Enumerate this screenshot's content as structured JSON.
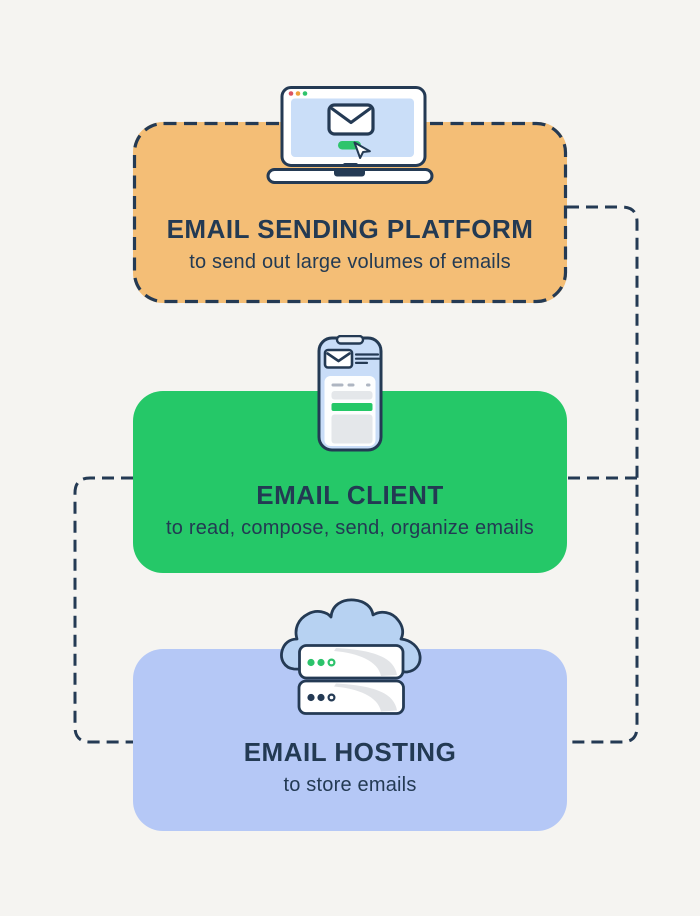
{
  "infographic": {
    "background_color": "#f5f4f1",
    "dashed_line_color": "#243a54",
    "text_color": "#233a53",
    "boxes": [
      {
        "id": "email-sending-platform",
        "title": "EMAIL SENDING PLATFORM",
        "subtitle": "to send out large volumes of emails",
        "fill_color": "#f4be76",
        "border_style": "dashed",
        "icon": "laptop-email-icon"
      },
      {
        "id": "email-client",
        "title": "EMAIL CLIENT",
        "subtitle": "to read, compose, send, organize emails",
        "fill_color": "#25c868",
        "border_style": "none",
        "icon": "smartphone-email-icon"
      },
      {
        "id": "email-hosting",
        "title": "EMAIL HOSTING",
        "subtitle": "to store emails",
        "fill_color": "#b5c8f6",
        "border_style": "none",
        "icon": "cloud-server-icon"
      }
    ],
    "icon_accent_colors": {
      "green_button": "#2fc46c",
      "screen_blue": "#cadef8",
      "cloud_blue": "#b7d2f2",
      "traffic_dots": [
        "#db5461",
        "#efa13b",
        "#2fc46c"
      ]
    }
  }
}
